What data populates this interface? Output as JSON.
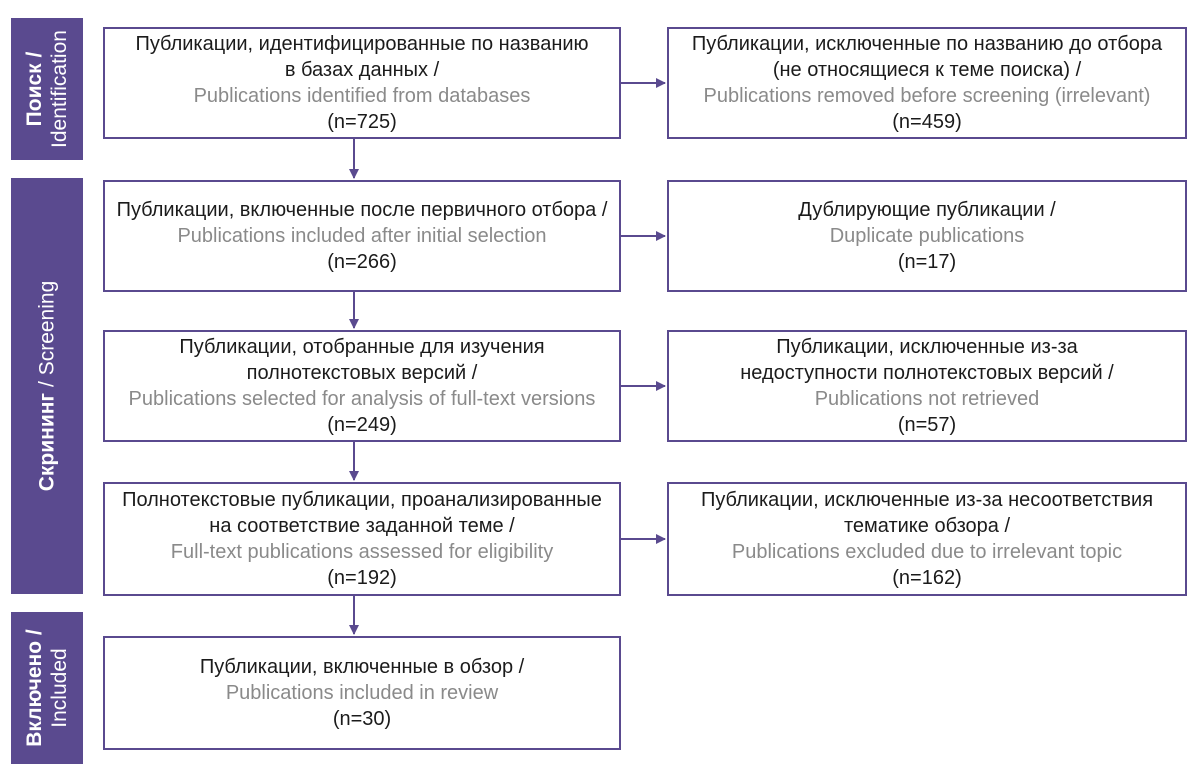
{
  "stages": {
    "identification": {
      "ru": "Поиск /",
      "en": "Identification"
    },
    "screening": {
      "ru": "Скрининг",
      "sep": " / ",
      "en": "Screening"
    },
    "included": {
      "ru": "Включено /",
      "en": "Included"
    }
  },
  "boxes": {
    "identified": {
      "ru": [
        "Публикации, идентифицированные по названию",
        "в базах данных /"
      ],
      "en": [
        "Publications identified from databases"
      ],
      "count": "(n=725)"
    },
    "removed": {
      "ru": [
        "Публикации, исключенные по названию до отбора",
        "(не относящиеся к теме поиска) /"
      ],
      "en": [
        "Publications removed before screening (irrelevant)"
      ],
      "count": "(n=459)"
    },
    "initial_selection": {
      "ru": [
        "Публикации, включенные после первичного отбора /"
      ],
      "en": [
        "Publications included after initial selection"
      ],
      "count": "(n=266)"
    },
    "duplicates": {
      "ru": [
        "Дублирующие публикации /"
      ],
      "en": [
        "Duplicate publications"
      ],
      "count": "(n=17)"
    },
    "full_text_selected": {
      "ru": [
        "Публикации, отобранные для изучения",
        "полнотекстовых версий /"
      ],
      "en": [
        "Publications selected for analysis of full-text versions"
      ],
      "count": "(n=249)"
    },
    "not_retrieved": {
      "ru": [
        "Публикации, исключенные из-за",
        "недоступности полнотекстовых версий /"
      ],
      "en": [
        "Publications not retrieved"
      ],
      "count": "(n=57)"
    },
    "assessed": {
      "ru": [
        "Полнотекстовые публикации, проанализированные",
        "на соответствие заданной теме /"
      ],
      "en": [
        "Full-text publications assessed for eligibility"
      ],
      "count": "(n=192)"
    },
    "excluded_topic": {
      "ru": [
        "Публикации, исключенные из-за несоответствия",
        "тематике обзора /"
      ],
      "en": [
        "Publications excluded due to irrelevant topic"
      ],
      "count": "(n=162)"
    },
    "included_review": {
      "ru": [
        "Публикации, включенные в обзор /"
      ],
      "en": [
        "Publications included in review"
      ],
      "count": "(n=30)"
    }
  },
  "colors": {
    "accent": "#5a4a8f",
    "text": "#1b1b1b",
    "secondary_text": "#8a8a8a",
    "background": "#ffffff"
  }
}
